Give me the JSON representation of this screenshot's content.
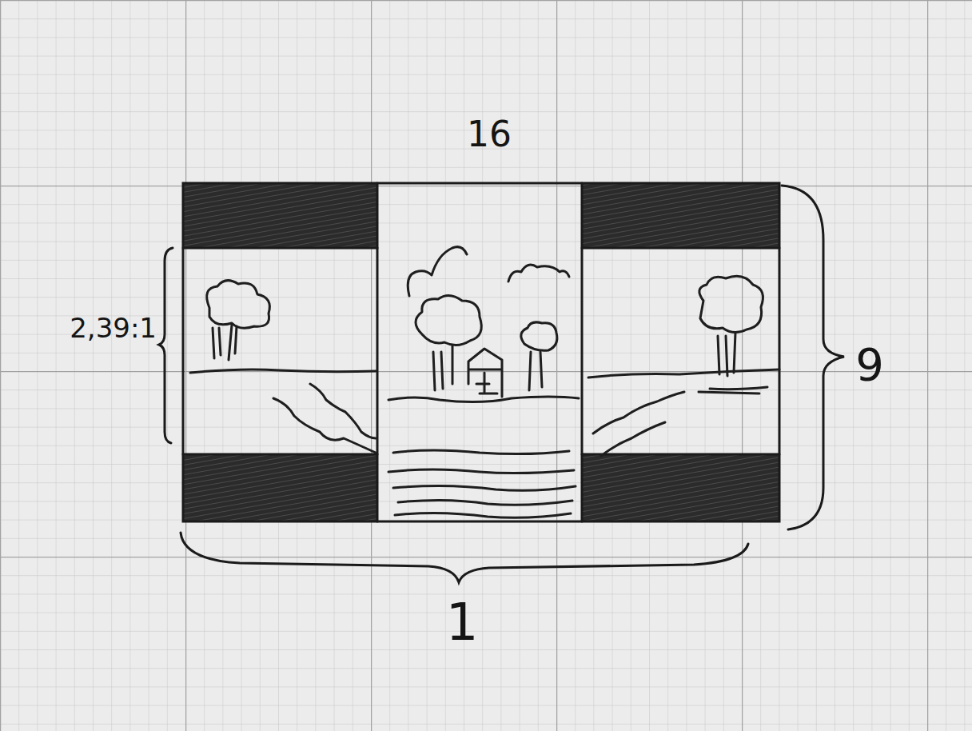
{
  "diagram": {
    "labels": [
      "16",
      "2,39:1",
      "9",
      "1"
    ]
  }
}
